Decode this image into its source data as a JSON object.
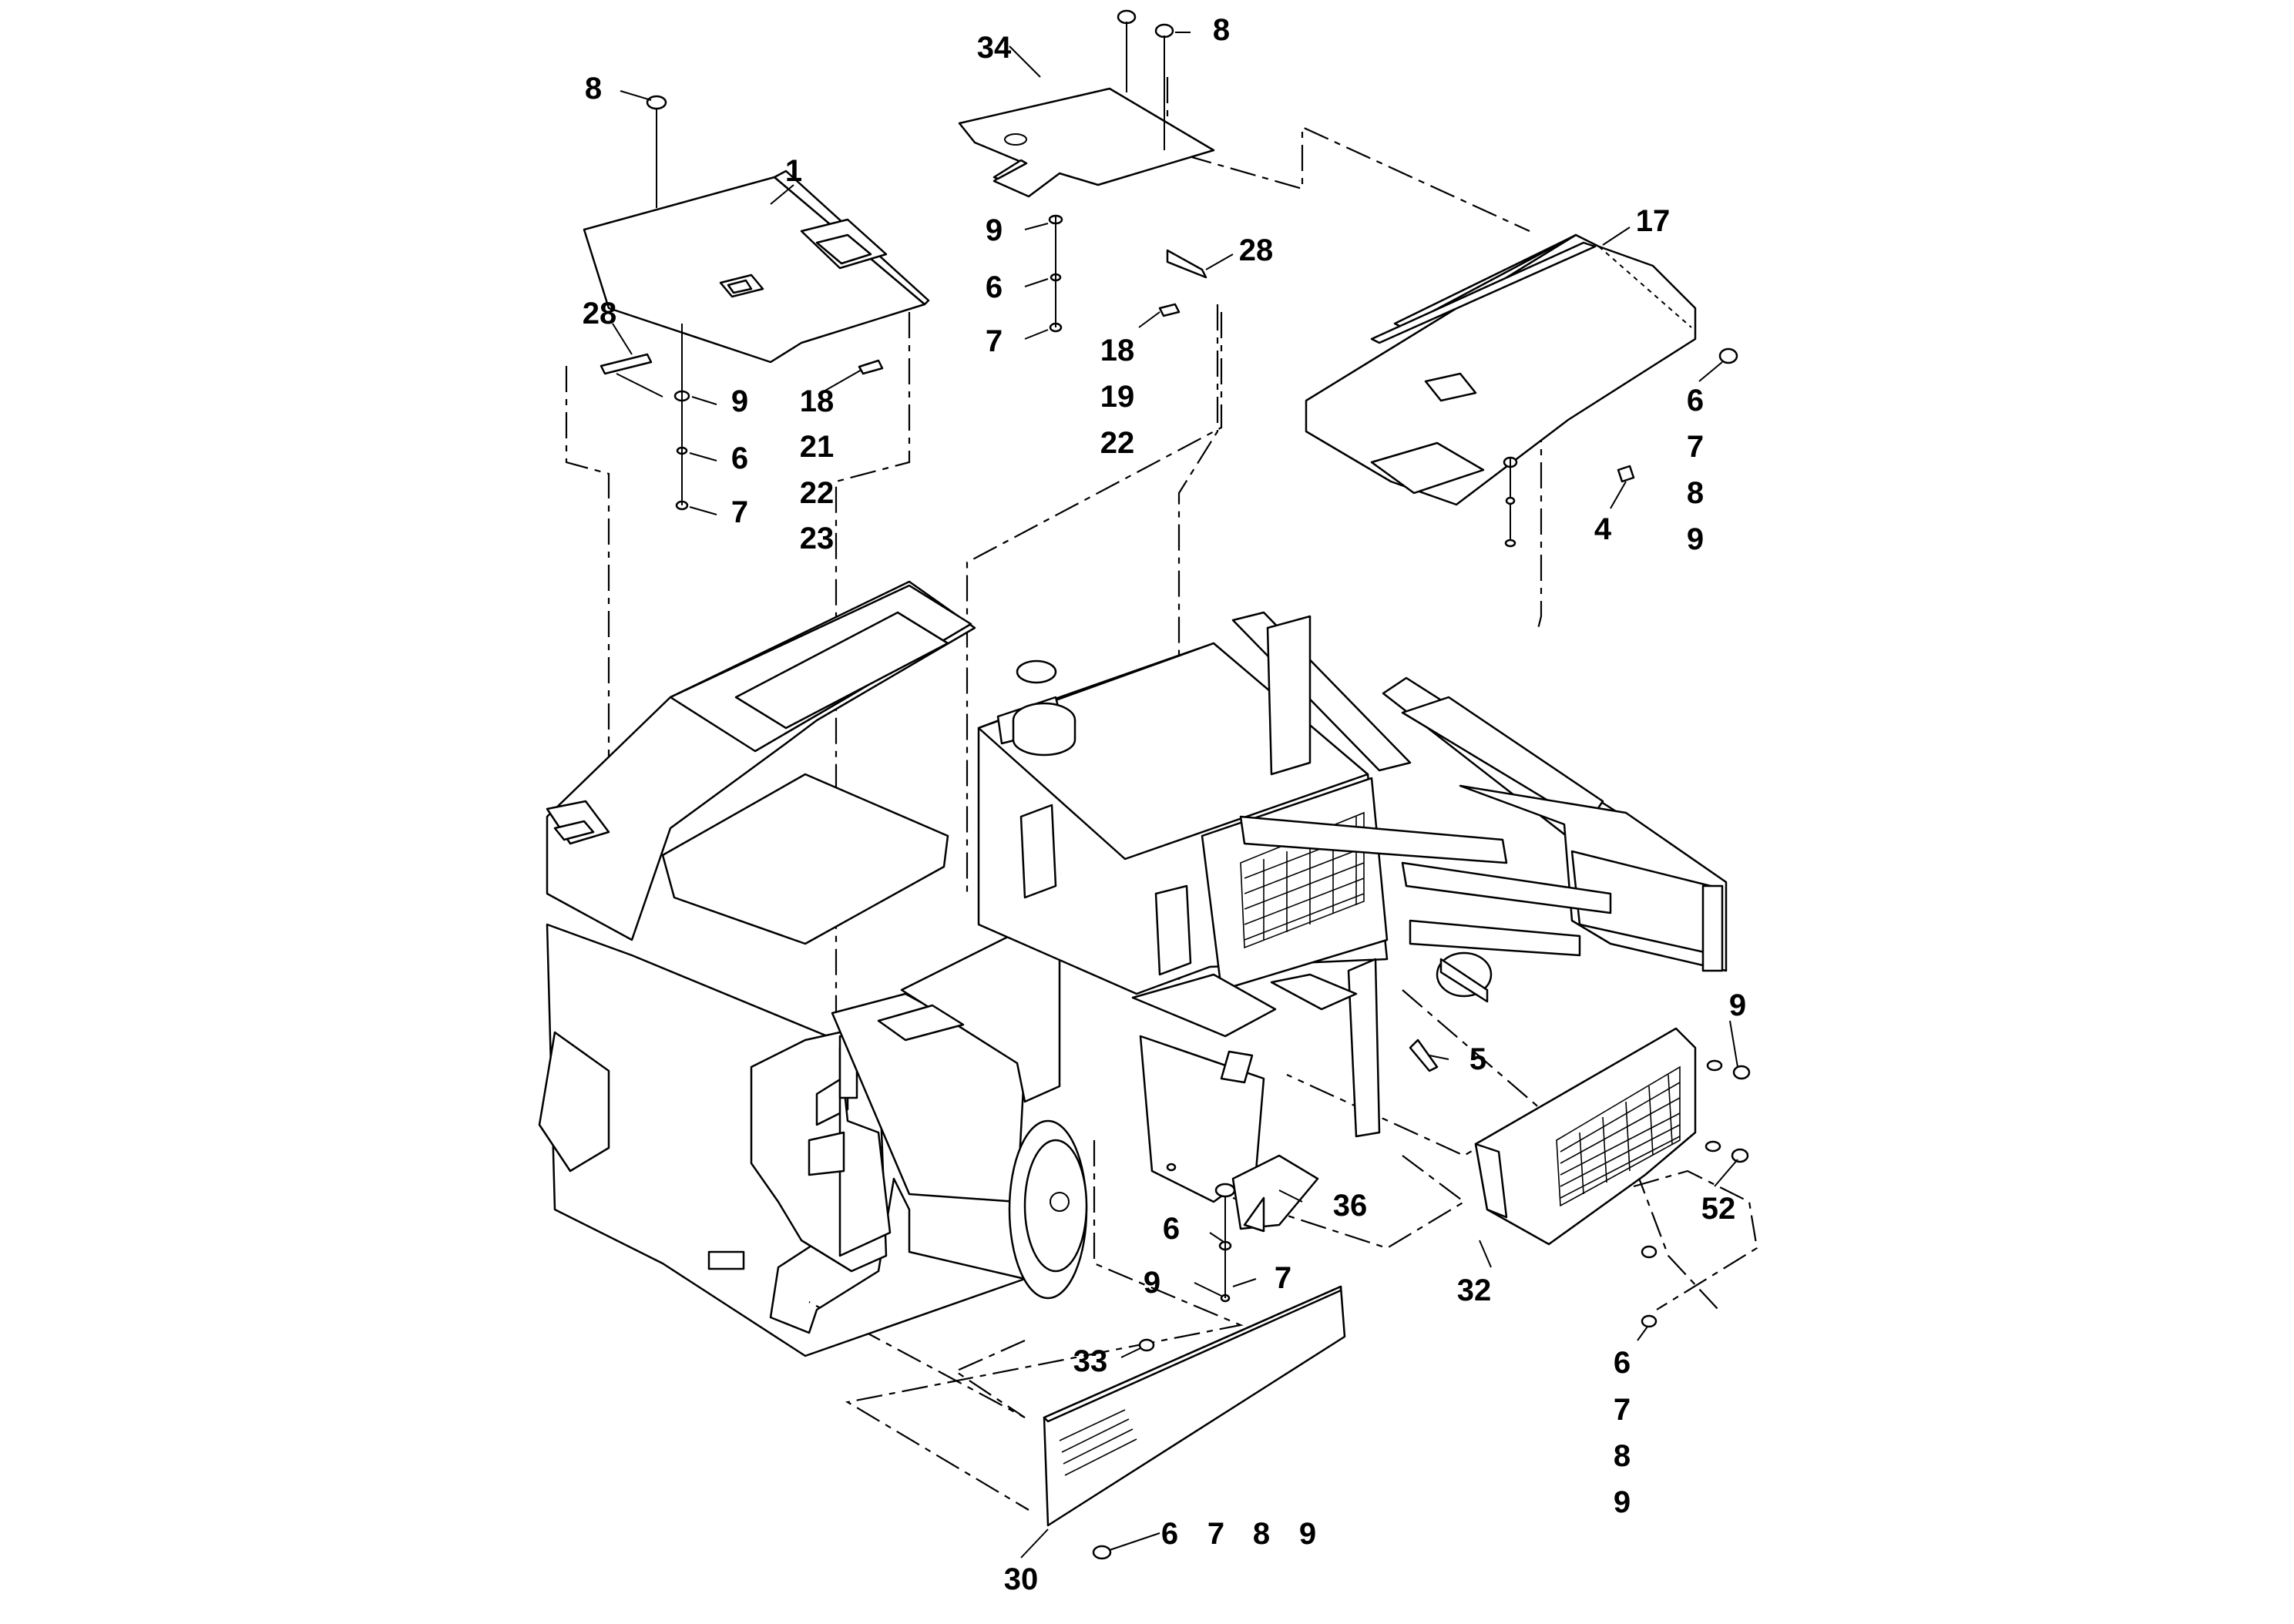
{
  "callouts": [
    {
      "id": "c-8-a",
      "text": "8"
    },
    {
      "id": "c-1",
      "text": "1"
    },
    {
      "id": "c-28-a",
      "text": "28"
    },
    {
      "id": "c-9-a",
      "text": "9"
    },
    {
      "id": "c-6-a",
      "text": "6"
    },
    {
      "id": "c-7-a",
      "text": "7"
    },
    {
      "id": "c-18-a",
      "text": "18"
    },
    {
      "id": "c-21",
      "text": "21"
    },
    {
      "id": "c-22-a",
      "text": "22"
    },
    {
      "id": "c-23",
      "text": "23"
    },
    {
      "id": "c-34",
      "text": "34"
    },
    {
      "id": "c-8-b",
      "text": "8"
    },
    {
      "id": "c-9-b",
      "text": "9"
    },
    {
      "id": "c-6-b",
      "text": "6"
    },
    {
      "id": "c-7-b",
      "text": "7"
    },
    {
      "id": "c-28-b",
      "text": "28"
    },
    {
      "id": "c-18-b",
      "text": "18"
    },
    {
      "id": "c-19",
      "text": "19"
    },
    {
      "id": "c-22-b",
      "text": "22"
    },
    {
      "id": "c-17",
      "text": "17"
    },
    {
      "id": "c-6-c",
      "text": "6"
    },
    {
      "id": "c-7-c",
      "text": "7"
    },
    {
      "id": "c-8-c",
      "text": "8"
    },
    {
      "id": "c-9-c",
      "text": "9"
    },
    {
      "id": "c-4",
      "text": "4"
    },
    {
      "id": "c-9-d",
      "text": "9"
    },
    {
      "id": "c-5",
      "text": "5"
    },
    {
      "id": "c-52",
      "text": "52"
    },
    {
      "id": "c-36",
      "text": "36"
    },
    {
      "id": "c-6-d",
      "text": "6"
    },
    {
      "id": "c-9-e",
      "text": "9"
    },
    {
      "id": "c-7-d",
      "text": "7"
    },
    {
      "id": "c-32",
      "text": "32"
    },
    {
      "id": "c-6-e",
      "text": "6"
    },
    {
      "id": "c-7-e",
      "text": "7"
    },
    {
      "id": "c-8-d",
      "text": "8"
    },
    {
      "id": "c-9-f",
      "text": "9"
    },
    {
      "id": "c-33",
      "text": "33"
    },
    {
      "id": "c-6-f",
      "text": "6"
    },
    {
      "id": "c-7-f",
      "text": "7"
    },
    {
      "id": "c-8-e",
      "text": "8"
    },
    {
      "id": "c-9-g",
      "text": "9"
    },
    {
      "id": "c-30",
      "text": "30"
    }
  ]
}
